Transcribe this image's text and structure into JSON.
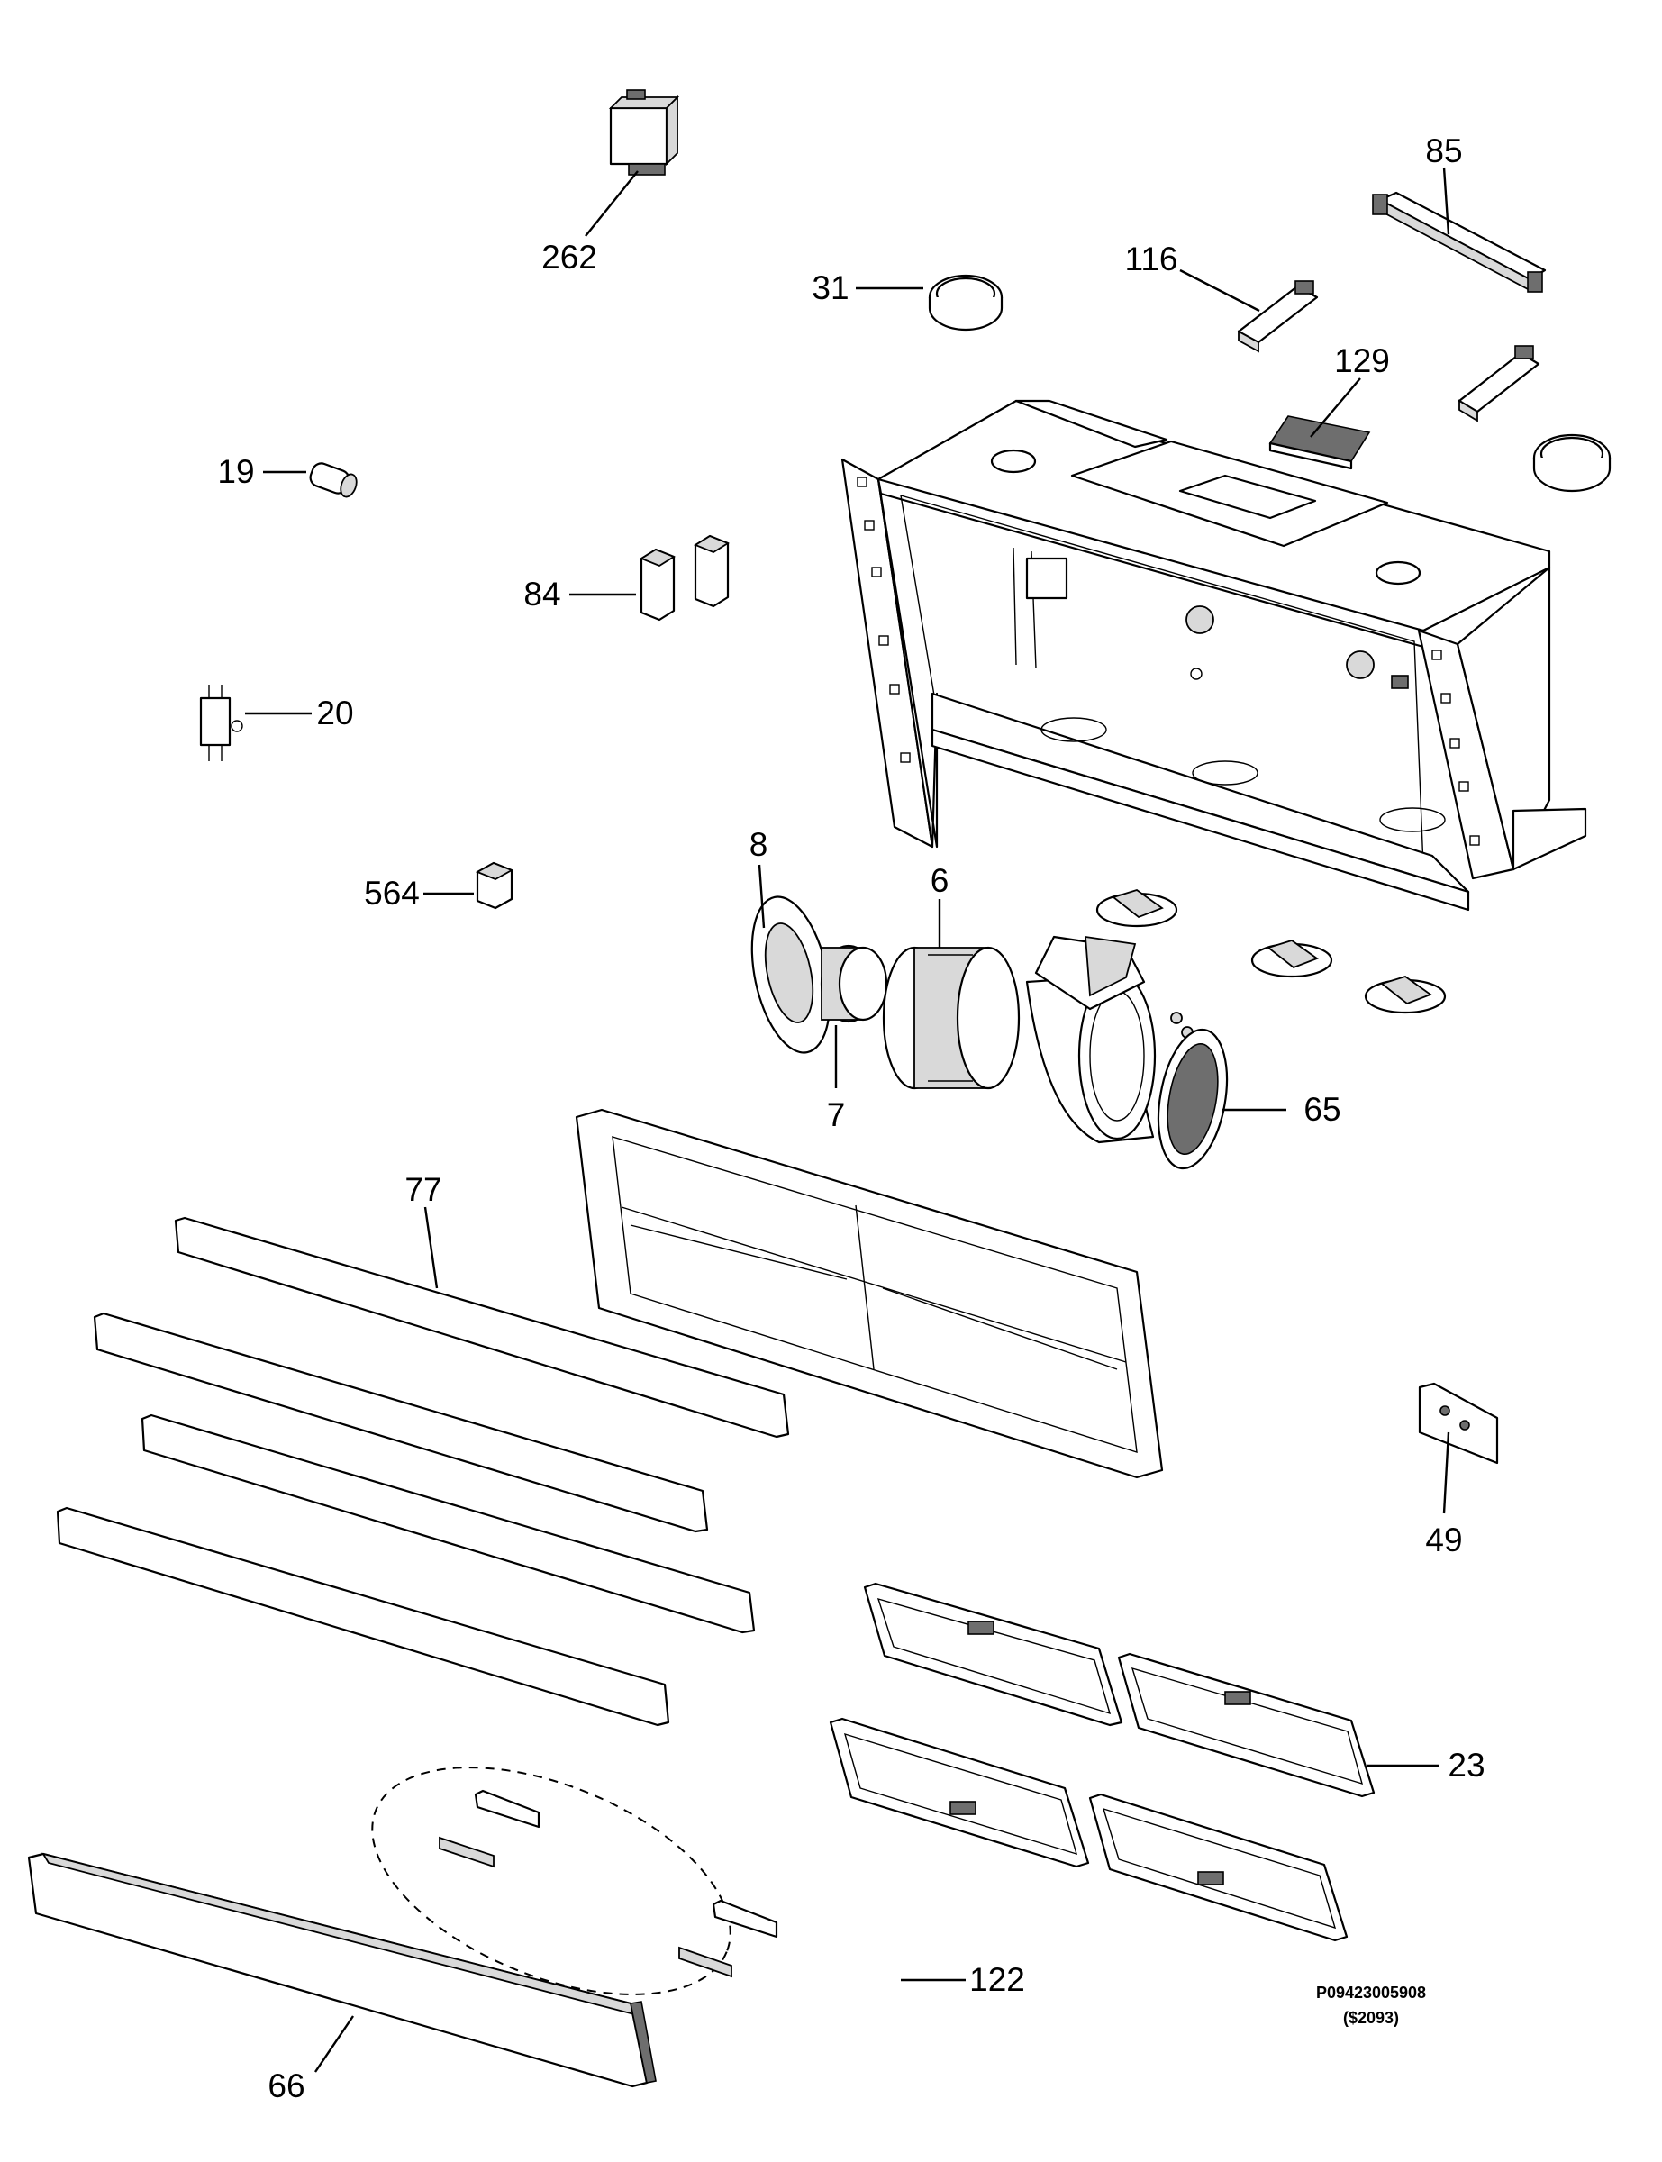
{
  "diagram": {
    "part_numbers": {
      "p262": "262",
      "p85": "85",
      "p116": "116",
      "p31": "31",
      "p129": "129",
      "p19": "19",
      "p84": "84",
      "p20": "20",
      "p564": "564",
      "p8": "8",
      "p6": "6",
      "p7": "7",
      "p65": "65",
      "p77": "77",
      "p49": "49",
      "p23": "23",
      "p122": "122",
      "p66": "66"
    },
    "drawing_code": "P09423005908",
    "drawing_sub_code": "($2093)"
  }
}
